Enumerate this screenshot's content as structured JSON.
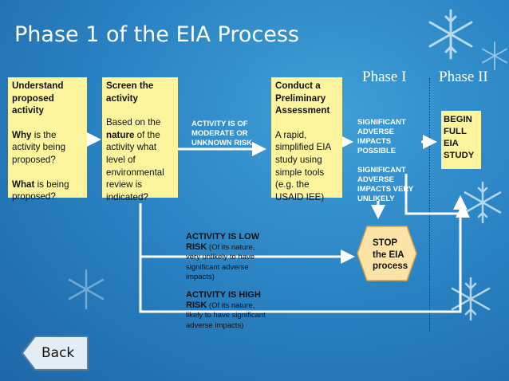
{
  "slide": {
    "title": "Phase 1 of the EIA Process",
    "phase_1": "Phase I",
    "phase_2": "Phase II"
  },
  "boxes": {
    "understand": {
      "heading": "Understand proposed activity",
      "why_bold": "Why",
      "why_rest": " is the activity being proposed?",
      "what_bold": "What",
      "what_rest": " is being proposed?"
    },
    "screen": {
      "heading": "Screen the activity",
      "body_a": "Based on the ",
      "body_bold": "nature",
      "body_b": " of the activity what level of environmental review is indicated?"
    },
    "assess": {
      "heading": "Conduct a Preliminary Assessment",
      "body": "A rapid, simplified EIA study using simple tools (e.g. the USAID IEE)"
    },
    "begin": {
      "text": "BEGIN FULL EIA STUDY"
    }
  },
  "labels": {
    "moderate": "ACTIVITY IS OF MODERATE OR UNKNOWN RISK",
    "sig_possible": "SIGNIFICANT ADVERSE IMPACTS POSSIBLE",
    "sig_unlikely": "SIGNIFICANT ADVERSE IMPACTS VERY UNLIKELY",
    "low_risk_bold": "ACTIVITY IS LOW RISK",
    "low_risk_rest": " (Of its nature, very unlikely to have significant  adverse impacts)",
    "high_risk_bold": "ACTIVITY IS HIGH RISK",
    "high_risk_rest": " (Of its nature, likely to have significant adverse impacts)"
  },
  "stop": {
    "text": "STOP the EIA process"
  },
  "nav": {
    "back": "Back"
  },
  "colors": {
    "box": "#fdf59e",
    "background": "#2b84c4",
    "arrow": "#ffffff",
    "hexagon": "#fde3a6"
  },
  "icons": [
    "snowflake-icon",
    "arrow-icon"
  ]
}
